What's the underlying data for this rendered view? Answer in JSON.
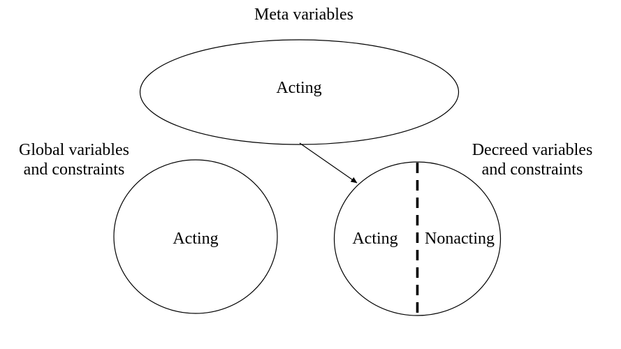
{
  "diagram": {
    "background_color": "#ffffff",
    "line_color": "#000000",
    "title": "Meta variables",
    "meta_ellipse": {
      "label": "Acting"
    },
    "global_group": {
      "caption_line1": "Global variables",
      "caption_line2": "and constraints",
      "circle_label": "Acting"
    },
    "decreed_group": {
      "caption_line1": "Decreed variables",
      "caption_line2": "and constraints",
      "left_region_label": "Acting",
      "right_region_label": "Nonacting"
    }
  }
}
